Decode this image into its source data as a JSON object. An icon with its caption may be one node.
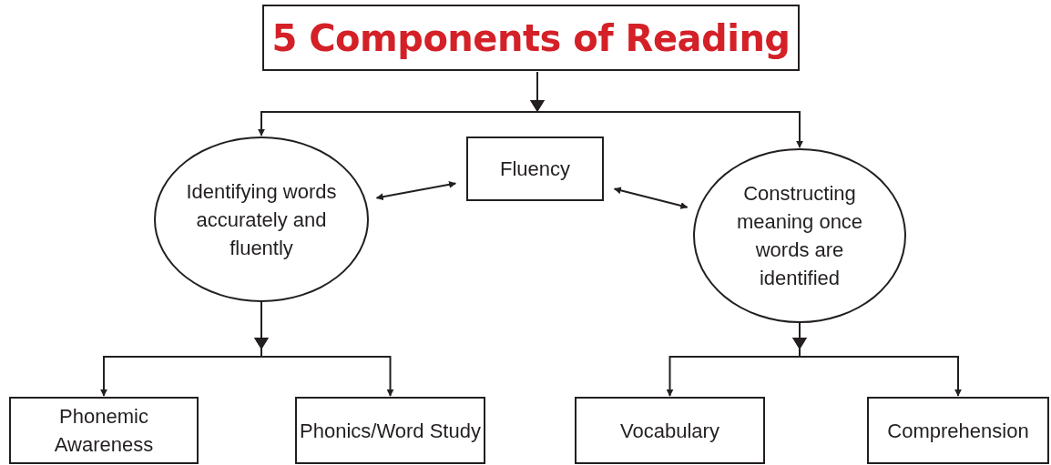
{
  "diagram": {
    "title": "5 Components of Reading",
    "nodes": [
      {
        "text": [
          "Fluency"
        ]
      },
      {
        "text": [
          "Identifying words accurately and fluently"
        ]
      },
      {
        "text": [
          "Constructing meaning once words are identified"
        ]
      },
      {
        "text": [
          "Phonemic Awareness"
        ]
      },
      {
        "text": [
          "Phonics/Word Study"
        ]
      },
      {
        "text": [
          "Vocabulary"
        ]
      },
      {
        "text": [
          "Comprehension"
        ]
      }
    ],
    "edges": [
      {
        "from": null,
        "to": 1,
        "arrow": "to"
      },
      {
        "from": null,
        "to": 2,
        "arrow": "to"
      },
      {
        "from": 1,
        "to": 0,
        "arrow": "both"
      },
      {
        "from": 0,
        "to": 2,
        "arrow": "both"
      },
      {
        "from": 1,
        "to": 3,
        "arrow": "to"
      },
      {
        "from": 1,
        "to": 4,
        "arrow": "to"
      },
      {
        "from": 2,
        "to": 5,
        "arrow": "to"
      },
      {
        "from": 2,
        "to": 6,
        "arrow": "to"
      }
    ]
  }
}
